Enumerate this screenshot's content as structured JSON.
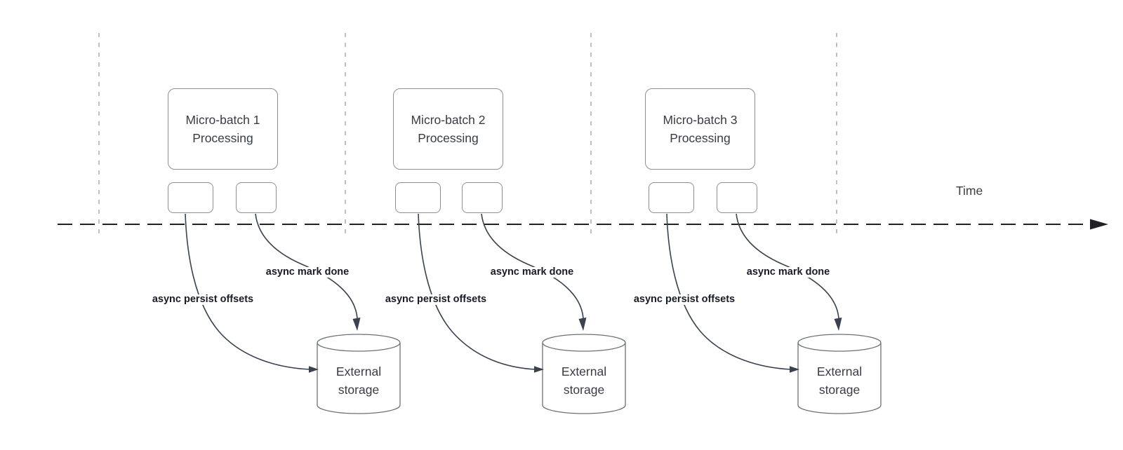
{
  "timeline": {
    "label": "Time"
  },
  "groups": [
    {
      "box_title_line1": "Micro-batch 1",
      "box_title_line2": "Processing",
      "persist_arrow_label": "async persist offsets",
      "done_arrow_label": "async mark done",
      "storage_line1": "External",
      "storage_line2": "storage"
    },
    {
      "box_title_line1": "Micro-batch 2",
      "box_title_line2": "Processing",
      "persist_arrow_label": "async persist offsets",
      "done_arrow_label": "async mark done",
      "storage_line1": "External",
      "storage_line2": "storage"
    },
    {
      "box_title_line1": "Micro-batch 3",
      "box_title_line2": "Processing",
      "persist_arrow_label": "async persist offsets",
      "done_arrow_label": "async mark done",
      "storage_line1": "External",
      "storage_line2": "storage"
    }
  ],
  "colors": {
    "arrow": "#3a4250",
    "timeline": "#1f2125",
    "guide_line": "#a9abad",
    "shape_border": "#8c8f93",
    "cylinder_border": "#6b7077",
    "text": "#383c44",
    "label_text": "#171c26"
  }
}
